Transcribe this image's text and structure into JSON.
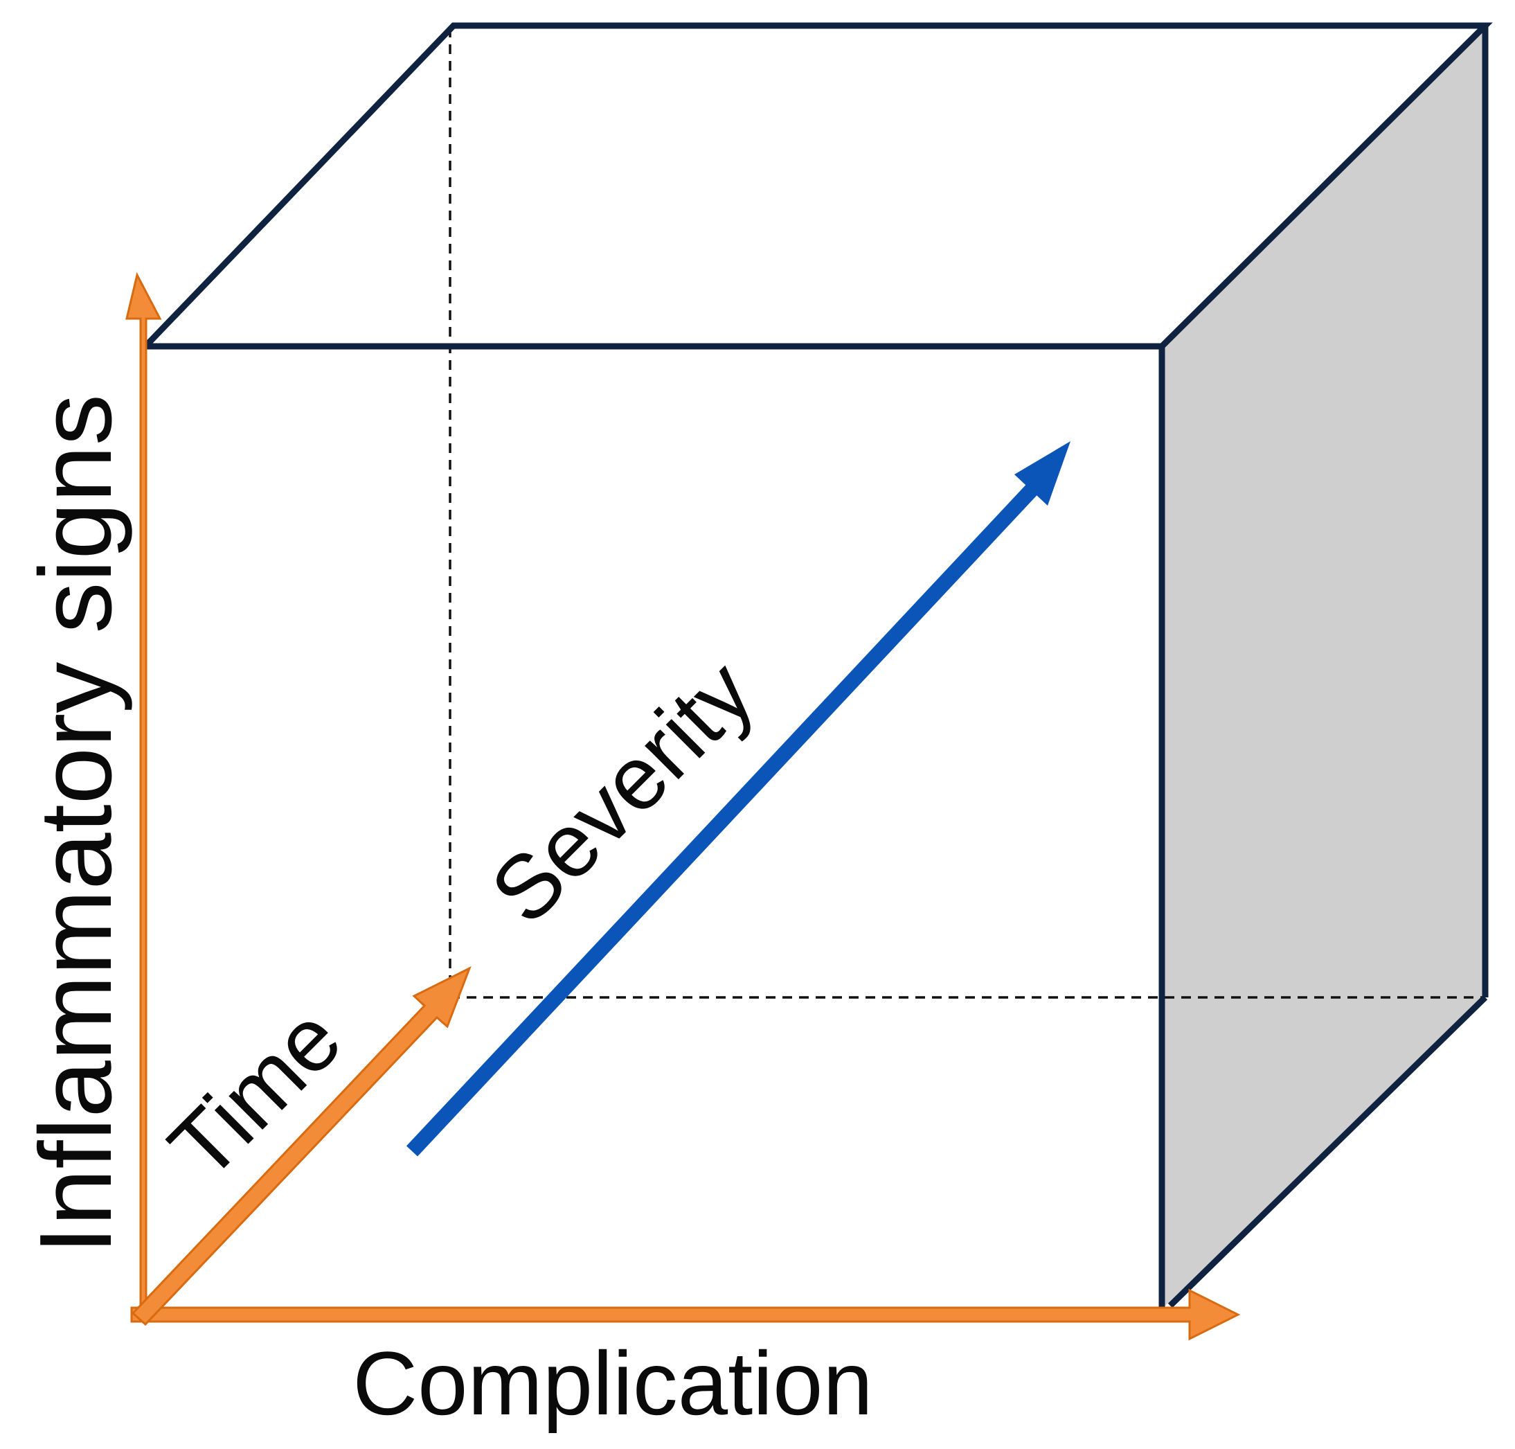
{
  "labels": {
    "y_axis": "Inflammatory signs",
    "x_axis": "Complication",
    "z_axis": "Time",
    "diagonal": "Severity"
  },
  "colors": {
    "cube_edge": "#0f2240",
    "side_face": "#cfcfcf",
    "axis_arrow_fill": "#f28c38",
    "axis_arrow_edge": "#d86a10",
    "severity_arrow": "#0b55b8"
  }
}
